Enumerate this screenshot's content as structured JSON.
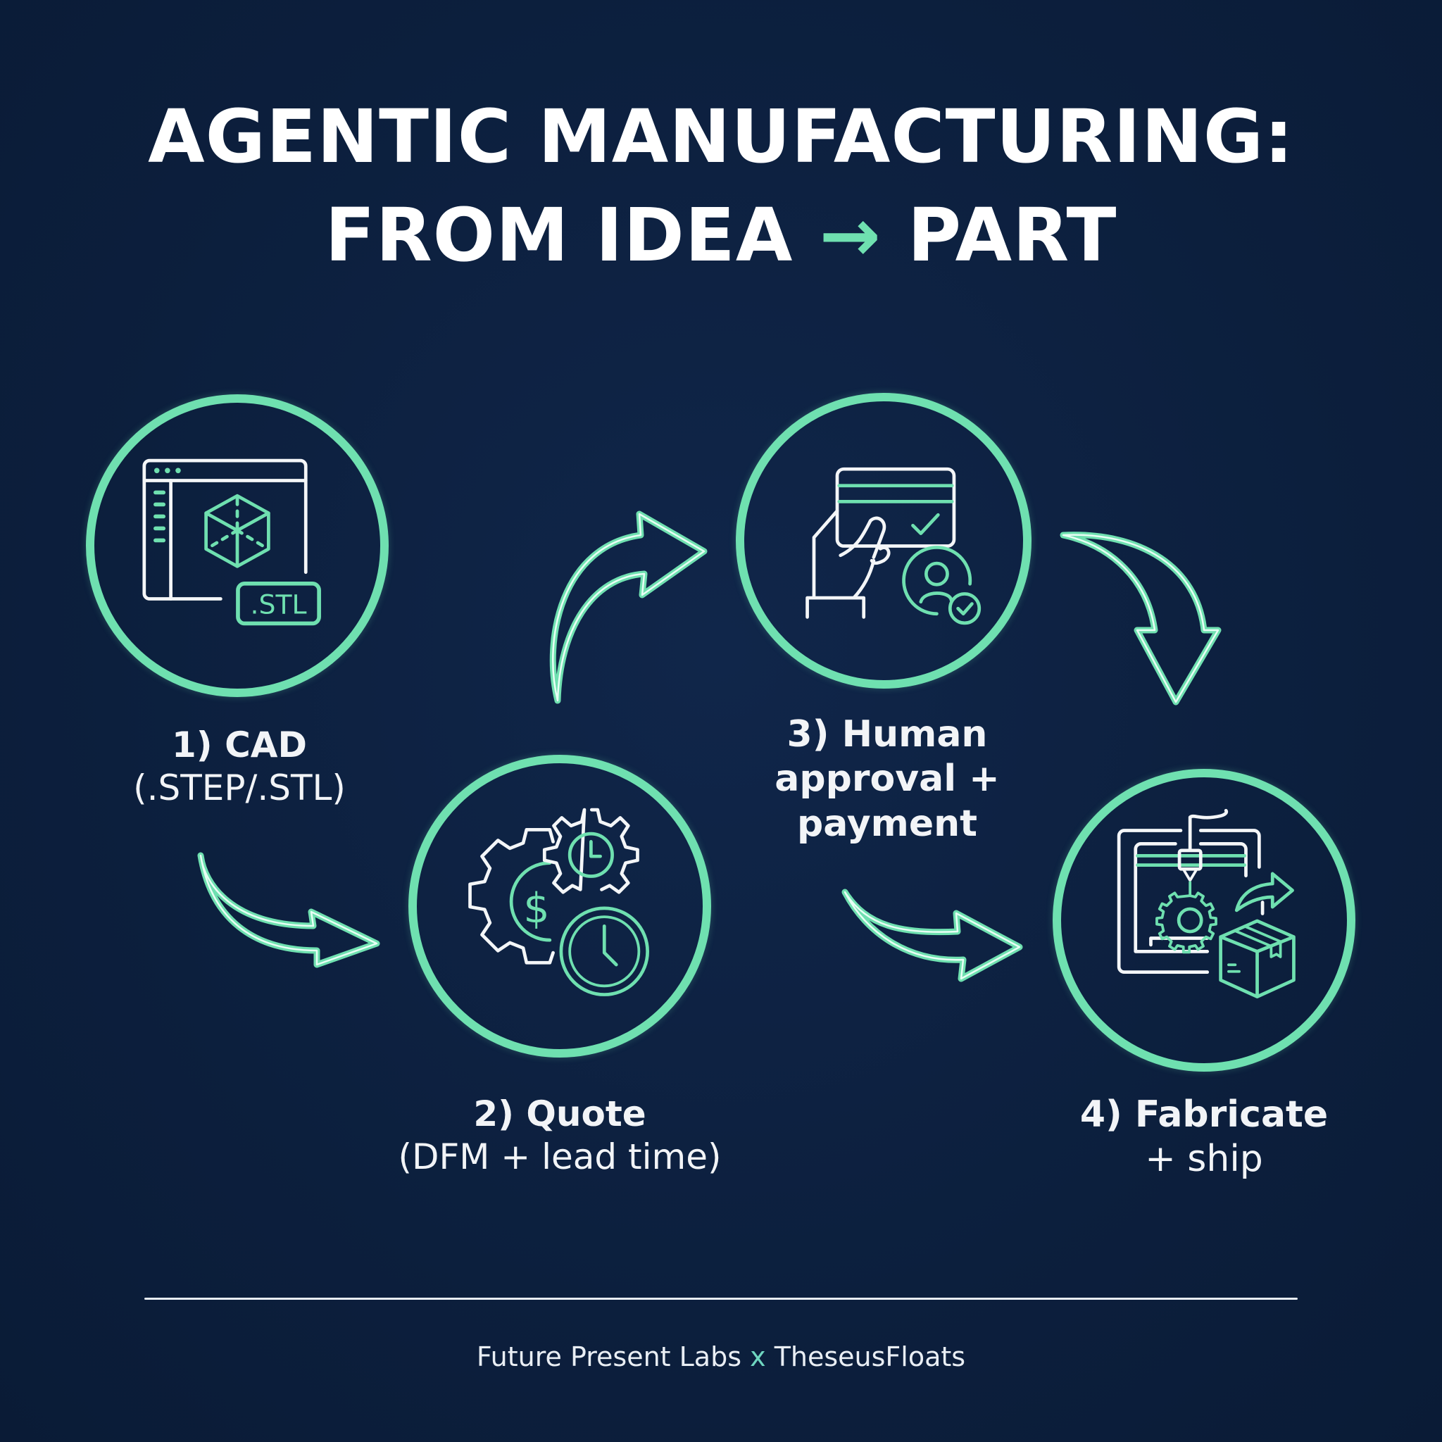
{
  "title": {
    "line1": "AGENTIC MANUFACTURING:",
    "line2_left": "FROM IDEA",
    "line2_arrow": "→",
    "line2_right": "PART"
  },
  "colors": {
    "background": "#0d2140",
    "accent": "#6fe0b0",
    "text": "#ffffff"
  },
  "steps": [
    {
      "number": "1)",
      "head": "1) CAD",
      "sub": "(.STEP/.STL)",
      "icon": "cad-window-cube-icon",
      "badge": ".STL"
    },
    {
      "number": "2)",
      "head": "2) Quote",
      "sub": "(DFM + lead time)",
      "icon": "gears-dollar-clock-icon"
    },
    {
      "number": "3)",
      "head_lines": [
        "3) Human",
        "approval +",
        "payment"
      ],
      "icon": "hand-card-user-check-icon"
    },
    {
      "number": "4)",
      "head": "4) Fabricate",
      "sub": "+ ship",
      "icon": "3d-printer-box-ship-icon"
    }
  ],
  "footer": {
    "left": "Future Present Labs",
    "sep": "x",
    "right": "TheseusFloats"
  }
}
